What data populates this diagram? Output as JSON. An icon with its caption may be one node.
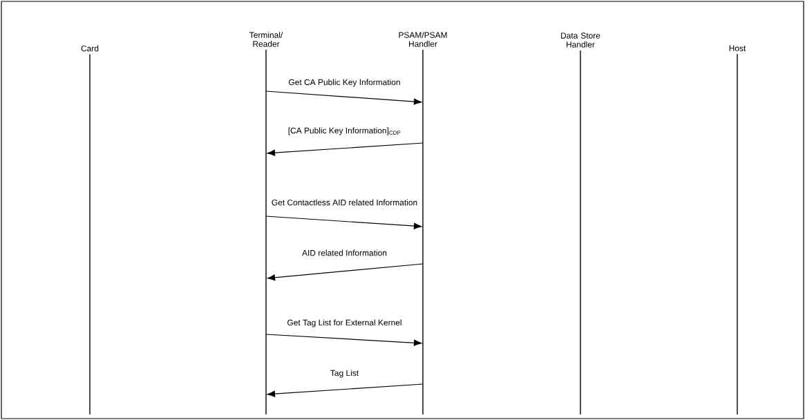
{
  "diagram": {
    "nodes": [
      {
        "text": [
          "Card"
        ]
      },
      {
        "text": [
          "Terminal/ Reader"
        ]
      },
      {
        "text": [
          "PSAM/PSAM Handler"
        ]
      },
      {
        "text": [
          "Data Store Handler"
        ]
      },
      {
        "text": [
          "Host"
        ]
      }
    ],
    "edges": [
      {
        "from": 1,
        "to": 2,
        "arrow": "to",
        "label": "Get CA Public Key Information"
      },
      {
        "from": 2,
        "to": 1,
        "arrow": "to",
        "label": "[CA Public Key Information]$_{CDP}$"
      },
      {
        "from": 1,
        "to": 2,
        "arrow": "to",
        "label": "Get Contactless AID related Information"
      },
      {
        "from": 2,
        "to": 1,
        "arrow": "to",
        "label": "AID related Information"
      },
      {
        "from": 1,
        "to": 2,
        "arrow": "to",
        "label": "Get Tag List for External Kernel"
      },
      {
        "from": 2,
        "to": 1,
        "arrow": "to",
        "label": "Tag List"
      }
    ]
  }
}
